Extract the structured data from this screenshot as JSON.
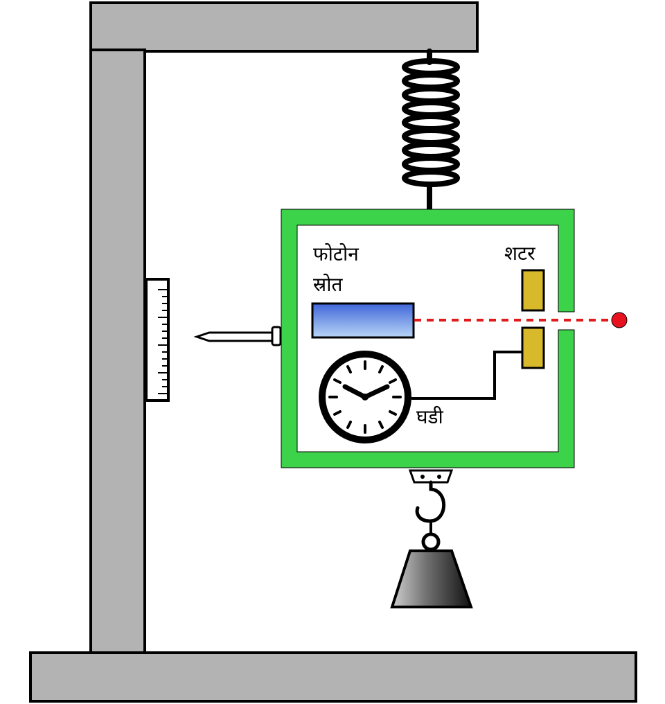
{
  "labels": {
    "photon_source": [
      "फोटोन",
      "स्रोत"
    ],
    "shutter": "शटर",
    "clock": "घडी"
  },
  "colors": {
    "frame": "#b3b3b3",
    "box": "#3cd24a",
    "shutter": "#d8b92c",
    "source_top": "#3f66d9",
    "source_bottom": "#b9d6f6",
    "beam": "#e01b1b",
    "photon": "#e8121e"
  }
}
